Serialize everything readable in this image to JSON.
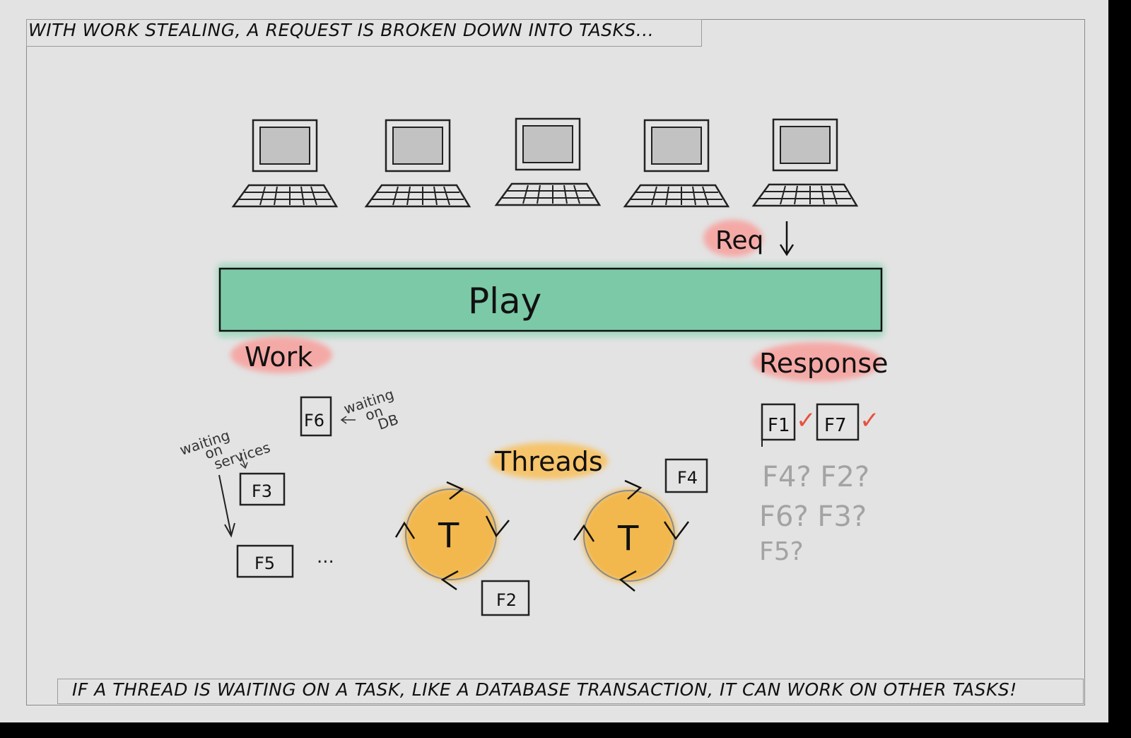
{
  "captions": {
    "top": "With work stealing, a request is broken down into tasks...",
    "bottom": "If a thread is waiting on a task, like a database transaction, it can work on other tasks!"
  },
  "diagram": {
    "request_label": "Req",
    "play_label": "Play",
    "work_label": "Work",
    "response_label": "Response",
    "threads_label": "Threads",
    "thread_letter": "T",
    "waiting_db": [
      "waiting",
      "on",
      "DB"
    ],
    "waiting_services": [
      "waiting",
      "on",
      "services"
    ],
    "ellipsis": "...",
    "tasks": {
      "f6": "F6",
      "f3": "F3",
      "f5": "F5",
      "f2": "F2",
      "f4": "F4",
      "f1": "F1",
      "f7": "F7"
    },
    "pending": {
      "row1": "F4? F2?",
      "row2": "F6? F3?",
      "row3": "F5?"
    },
    "check": "✓"
  },
  "colors": {
    "play_fill": "#7cc9a7",
    "highlight_pink": "#f4a9a6",
    "highlight_orange": "#f6c46a",
    "thread_fill": "#f2b84d",
    "check_red": "#e8513f",
    "pending_gray": "#a3a3a3",
    "screen_gray": "#c2c2c2"
  }
}
